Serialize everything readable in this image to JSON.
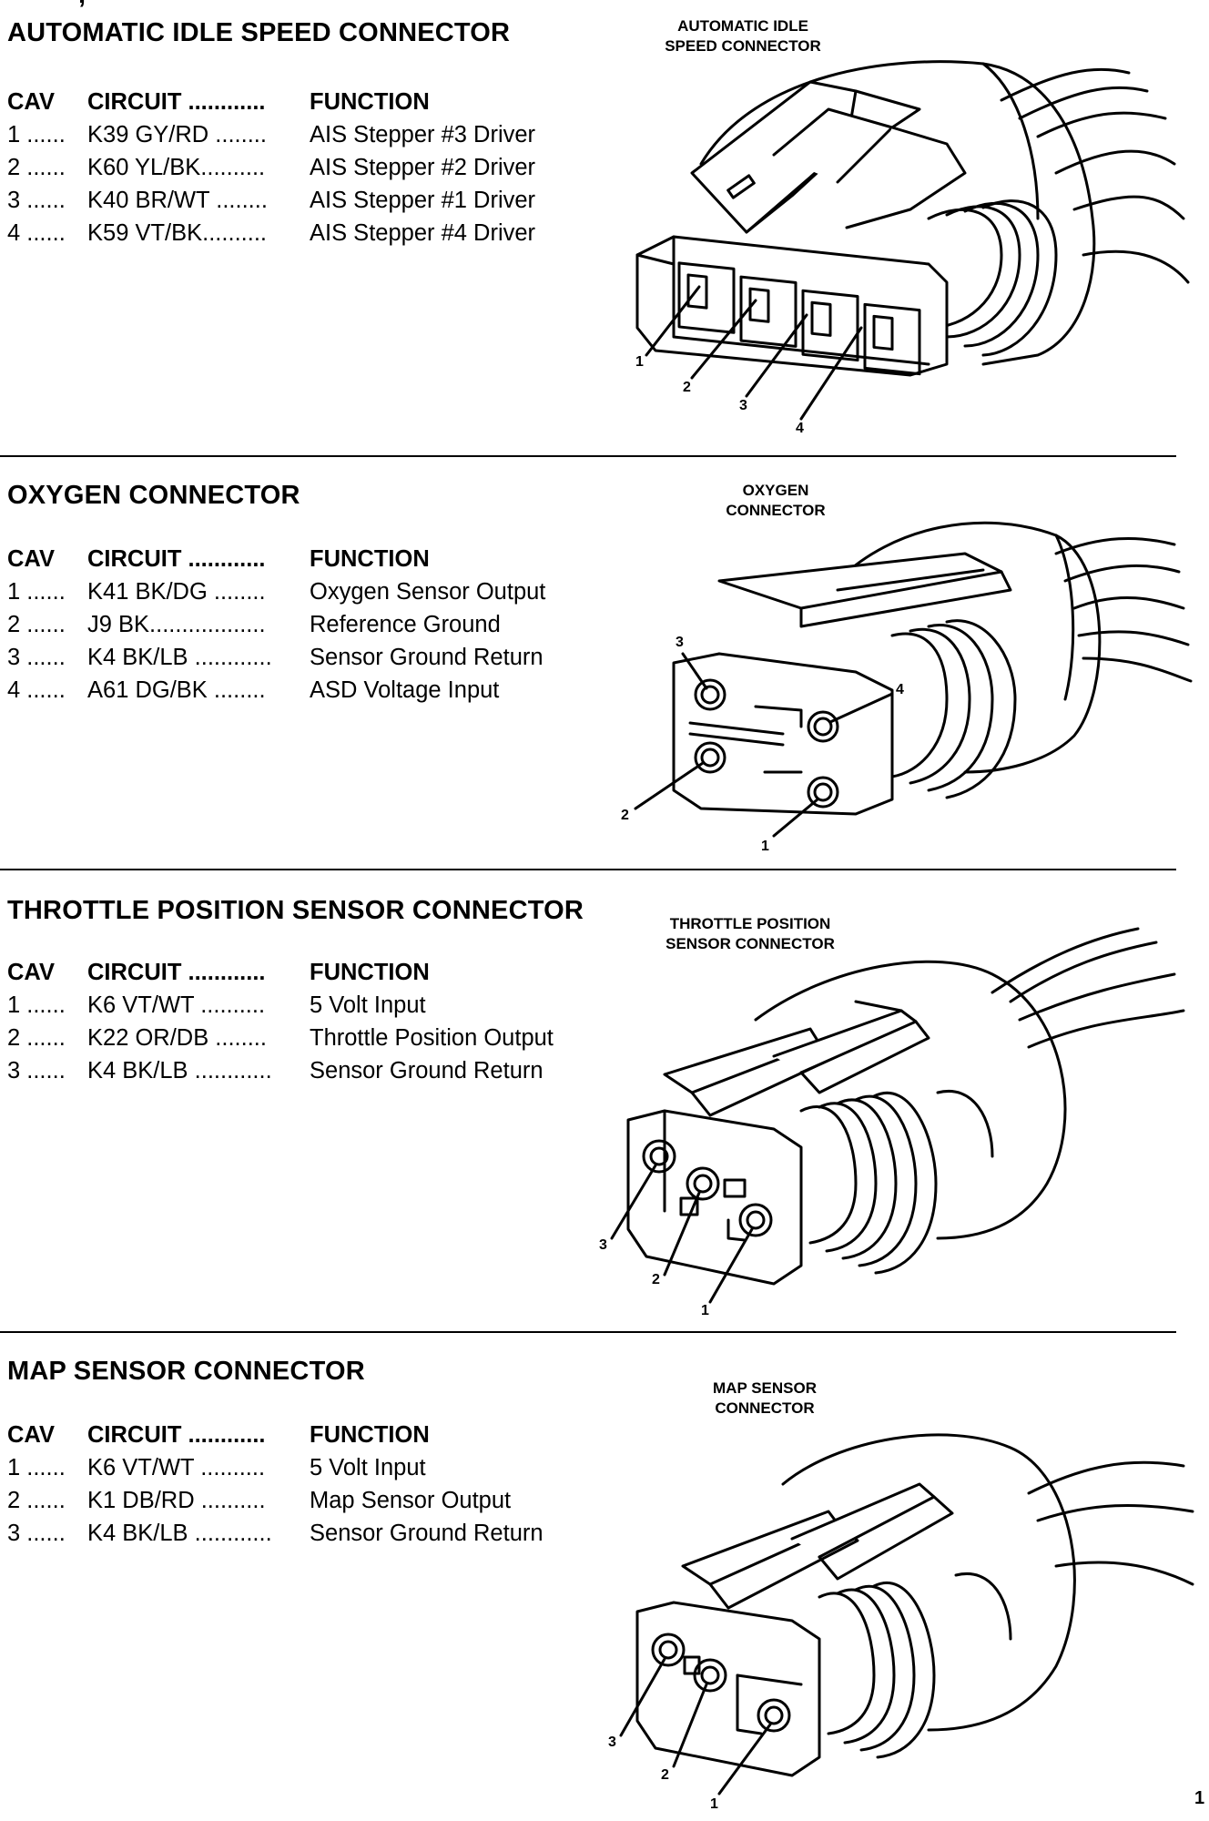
{
  "sections": [
    {
      "title": "AUTOMATIC IDLE SPEED CONNECTOR",
      "header": {
        "cav": "CAV",
        "circuit": "CIRCUIT ............",
        "function": "FUNCTION"
      },
      "rows": [
        {
          "cav": "1 ......",
          "circuit": "K39 GY/RD ........",
          "function": "AIS Stepper #3 Driver"
        },
        {
          "cav": "2 ......",
          "circuit": "K60 YL/BK..........",
          "function": "AIS Stepper #2 Driver"
        },
        {
          "cav": "3 ......",
          "circuit": "K40 BR/WT ........",
          "function": "AIS Stepper #1 Driver"
        },
        {
          "cav": "4 ......",
          "circuit": "K59 VT/BK..........",
          "function": "AIS Stepper #4 Driver"
        }
      ],
      "figure_label": [
        "AUTOMATIC IDLE",
        "SPEED CONNECTOR"
      ],
      "pins": [
        "1",
        "2",
        "3",
        "4"
      ]
    },
    {
      "title": "OXYGEN CONNECTOR",
      "header": {
        "cav": "CAV",
        "circuit": "CIRCUIT ............",
        "function": "FUNCTION"
      },
      "rows": [
        {
          "cav": "1 ......",
          "circuit": "K41 BK/DG ........",
          "function": "Oxygen Sensor Output"
        },
        {
          "cav": "2 ......",
          "circuit": "J9 BK..................",
          "function": "Reference Ground"
        },
        {
          "cav": "3 ......",
          "circuit": "K4 BK/LB ............",
          "function": "Sensor Ground Return"
        },
        {
          "cav": "4 ......",
          "circuit": "A61 DG/BK ........",
          "function": "ASD Voltage Input"
        }
      ],
      "figure_label": [
        "OXYGEN",
        "CONNECTOR"
      ],
      "pins": [
        "1",
        "2",
        "3",
        "4"
      ]
    },
    {
      "title": "THROTTLE POSITION SENSOR CONNECTOR",
      "header": {
        "cav": "CAV",
        "circuit": "CIRCUIT ............",
        "function": "FUNCTION"
      },
      "rows": [
        {
          "cav": "1 ......",
          "circuit": "K6 VT/WT ..........",
          "function": "5 Volt Input"
        },
        {
          "cav": "2 ......",
          "circuit": "K22 OR/DB ........",
          "function": "Throttle Position Output"
        },
        {
          "cav": "3 ......",
          "circuit": "K4 BK/LB ............",
          "function": "Sensor Ground Return"
        }
      ],
      "figure_label": [
        "THROTTLE POSITION",
        "SENSOR CONNECTOR"
      ],
      "pins": [
        "1",
        "2",
        "3"
      ]
    },
    {
      "title": "MAP SENSOR CONNECTOR",
      "header": {
        "cav": "CAV",
        "circuit": "CIRCUIT ............",
        "function": "FUNCTION"
      },
      "rows": [
        {
          "cav": "1 ......",
          "circuit": "K6 VT/WT ..........",
          "function": "5 Volt Input"
        },
        {
          "cav": "2 ......",
          "circuit": "K1 DB/RD ..........",
          "function": "Map Sensor Output"
        },
        {
          "cav": "3 ......",
          "circuit": "K4 BK/LB ............",
          "function": "Sensor Ground Return"
        }
      ],
      "figure_label": [
        "MAP SENSOR",
        "CONNECTOR"
      ],
      "pins": [
        "1",
        "2",
        "3"
      ]
    }
  ],
  "page_fragment": "1"
}
